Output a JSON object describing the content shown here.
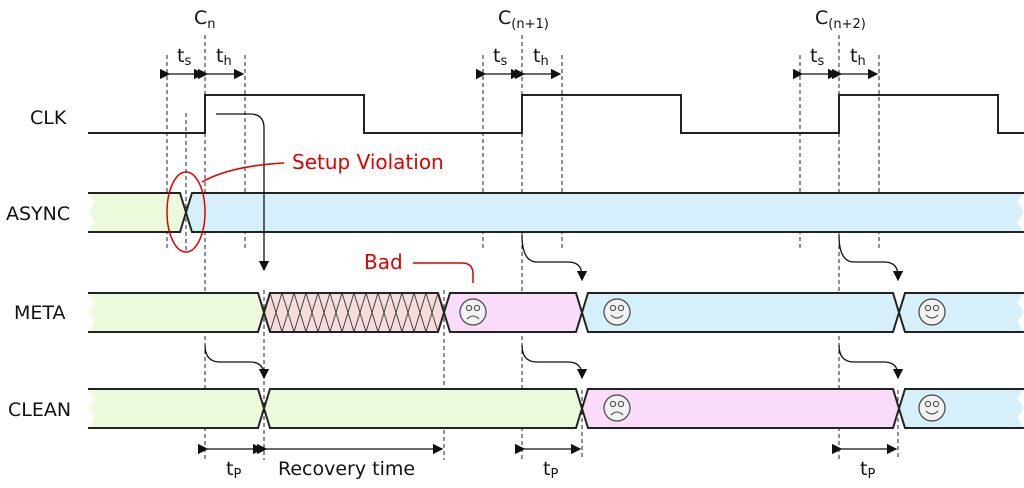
{
  "signals": {
    "clk": "CLK",
    "async": "ASYNC",
    "meta": "META",
    "clean": "CLEAN"
  },
  "edges": [
    {
      "base": "C",
      "sub": "n"
    },
    {
      "base": "C",
      "sub": "(n+1)"
    },
    {
      "base": "C",
      "sub": "(n+2)"
    }
  ],
  "timing": {
    "setup_base": "t",
    "setup_sub": "s",
    "hold_base": "t",
    "hold_sub": "h",
    "prop_base": "t",
    "prop_sub": "P",
    "recovery": "Recovery time"
  },
  "annotations": {
    "setup_violation": "Setup Violation",
    "bad": "Bad"
  },
  "faces": {
    "meta": [
      "sad",
      "happy",
      "happy"
    ],
    "clean": [
      "sad",
      "happy"
    ]
  },
  "colors": {
    "green": "#eafada",
    "blue": "#d5f0fb",
    "pink": "#fadcfa",
    "metastable": "#f6dcdc",
    "annotation": "#e00000"
  }
}
